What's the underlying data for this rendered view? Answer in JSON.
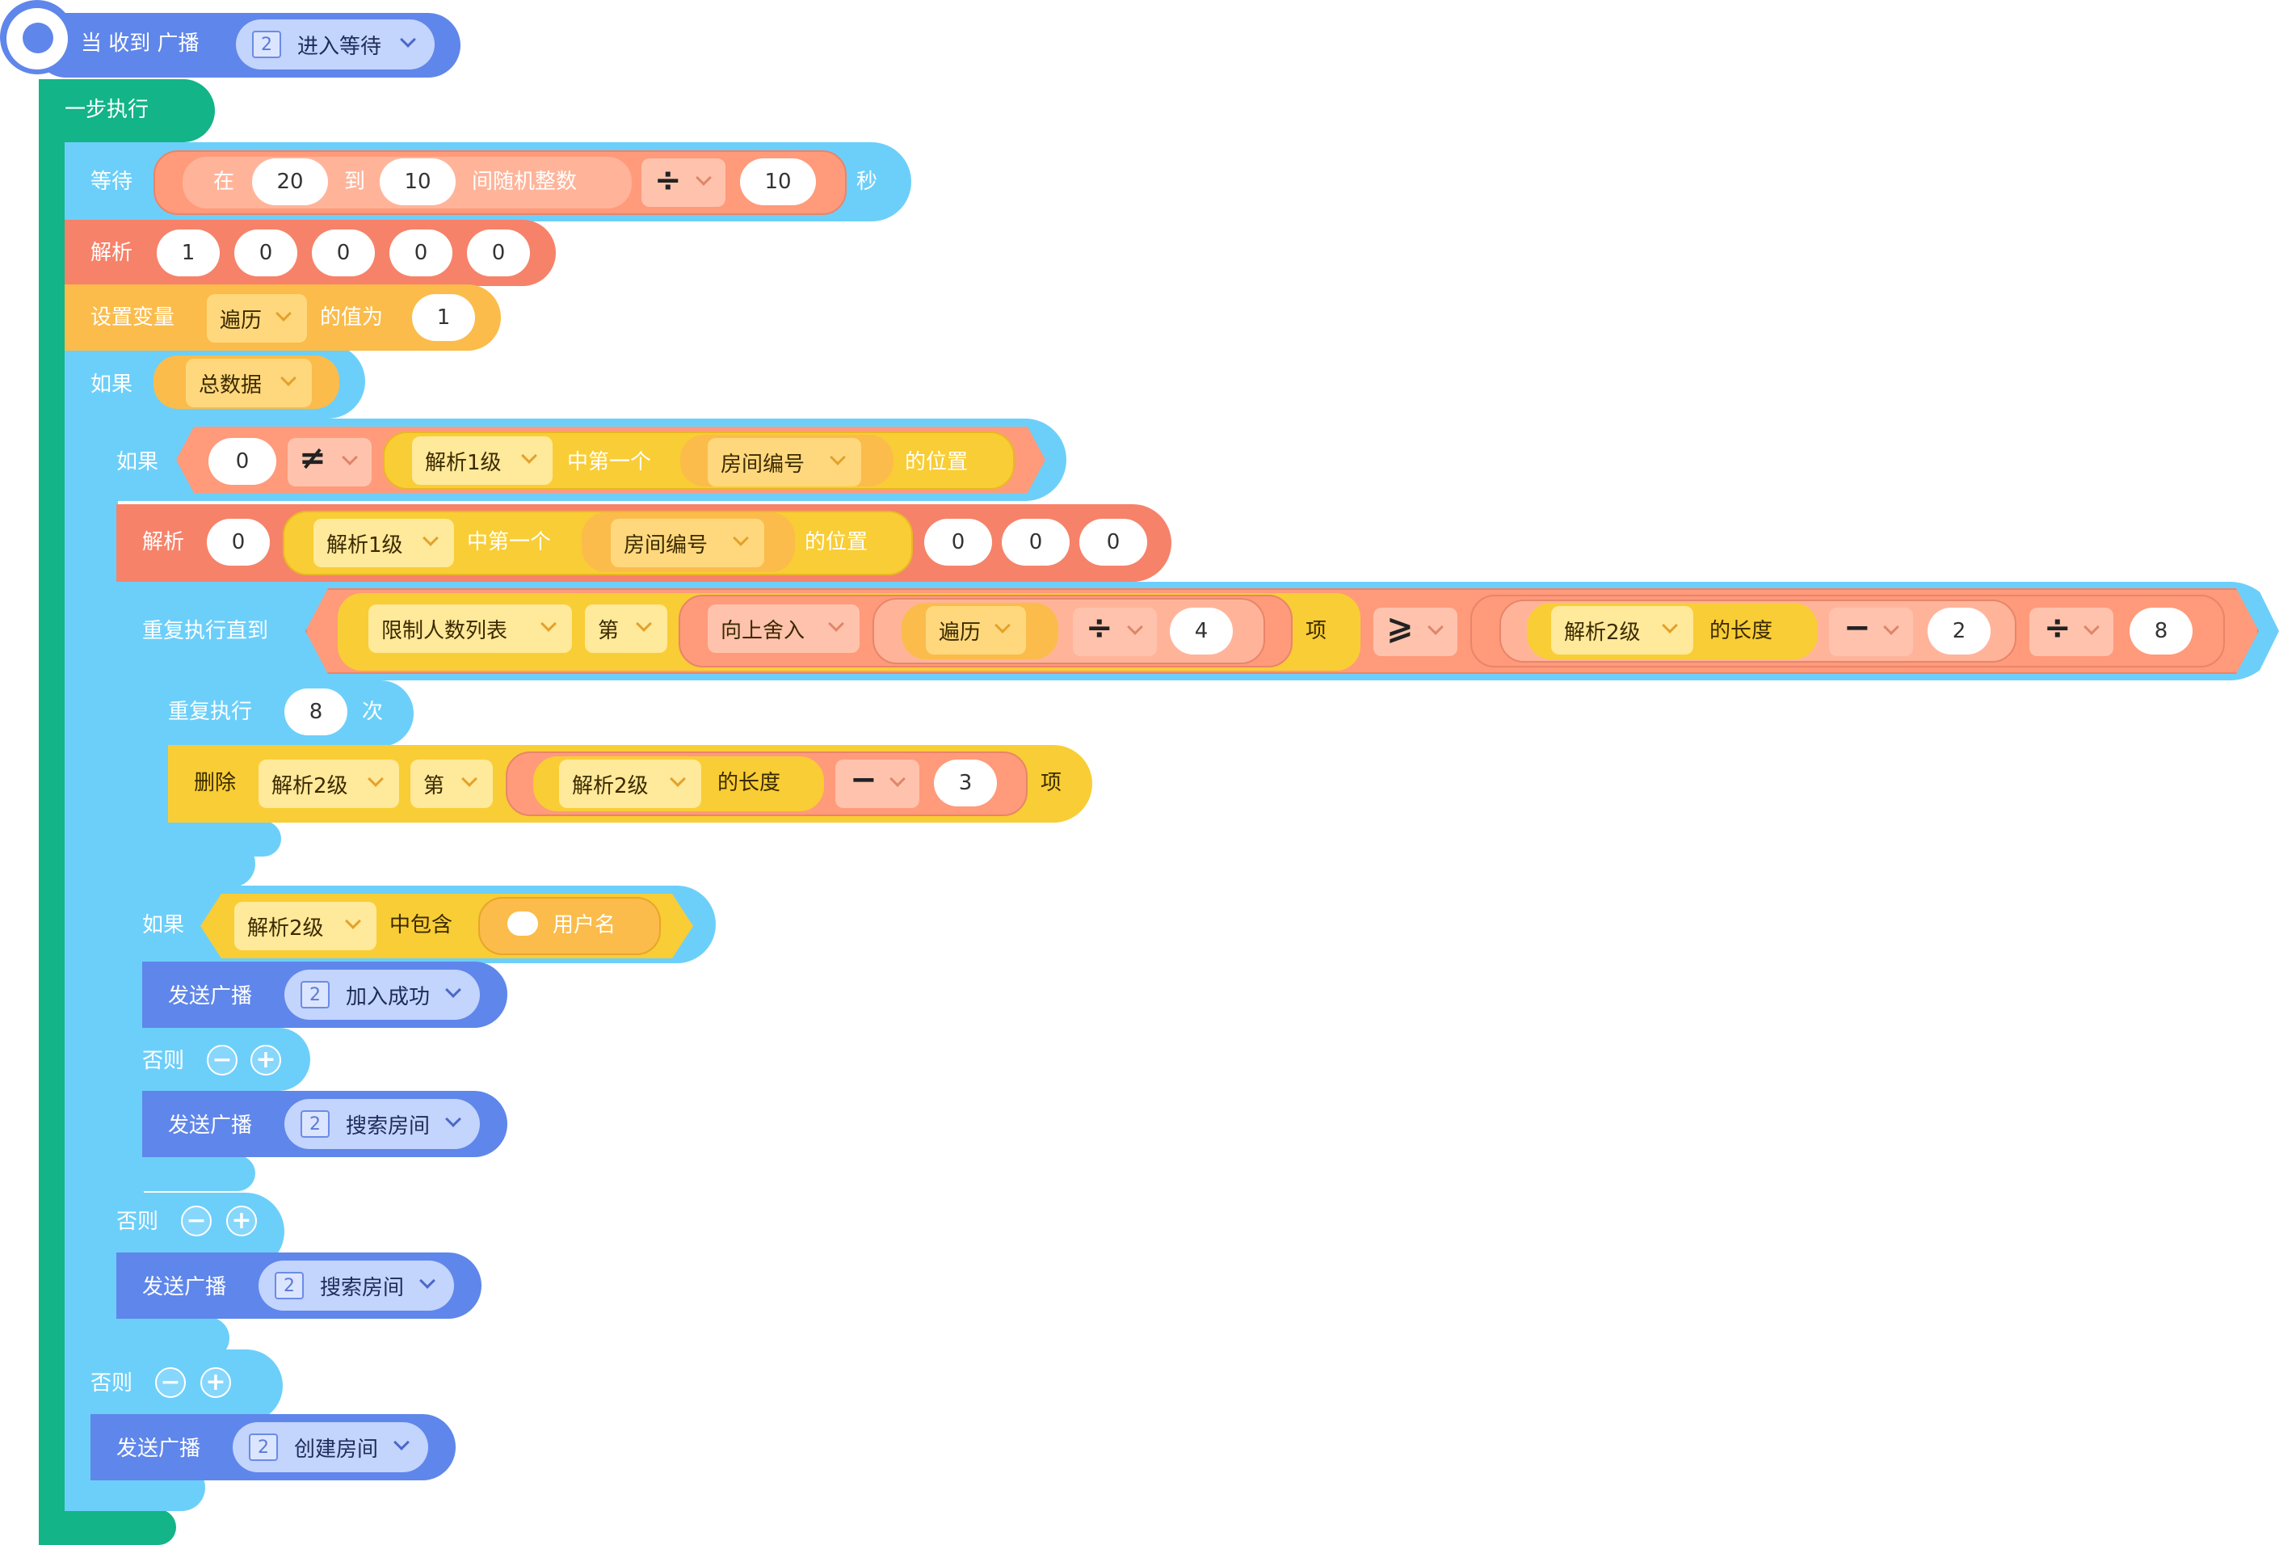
{
  "hat": {
    "label": "当 收到 广播",
    "message": "进入等待",
    "icon": "satellite-dish-icon"
  },
  "step": {
    "label": "一步执行"
  },
  "wait": {
    "label": "等待",
    "in": "在",
    "from": "20",
    "to_word": "到",
    "to": "10",
    "rand_label": "间随机整数",
    "op": "÷",
    "divisor": "10",
    "unit": "秒"
  },
  "parse1": {
    "label": "解析",
    "values": [
      "1",
      "0",
      "0",
      "0",
      "0"
    ]
  },
  "setvar": {
    "label": "设置变量",
    "var": "遍历",
    "value_label": "的值为",
    "value": "1"
  },
  "if1": {
    "label": "如果",
    "cond": "总数据"
  },
  "if2": {
    "label": "如果",
    "left": "0",
    "op": "≠",
    "list": "解析1级",
    "first_label": "中第一个",
    "item": "房间编号",
    "pos_label": "的位置"
  },
  "parse2": {
    "label": "解析",
    "first": "0",
    "list": "解析1级",
    "first_label": "中第一个",
    "item": "房间编号",
    "pos_label": "的位置",
    "values": [
      "0",
      "0",
      "0"
    ]
  },
  "repeat_until": {
    "label": "重复执行直到",
    "list": "限制人数列表",
    "idx_label": "第",
    "ceil": "向上舍入",
    "var": "遍历",
    "div": "÷",
    "div_val": "4",
    "item_label": "项",
    "cmp": "⩾",
    "list2": "解析2级",
    "len_label": "的长度",
    "minus": "−",
    "minus_val": "2",
    "div2": "÷",
    "div2_val": "8"
  },
  "repeat_n": {
    "label": "重复执行",
    "times": "8",
    "unit": "次"
  },
  "delete": {
    "label": "删除",
    "list": "解析2级",
    "idx_label": "第",
    "list2": "解析2级",
    "len_label": "的长度",
    "minus": "−",
    "minus_val": "3",
    "item_label": "项"
  },
  "if3": {
    "label": "如果",
    "list": "解析2级",
    "contains_label": "中包含",
    "cloud_var": "用户名"
  },
  "send1": {
    "label": "发送广播",
    "message": "加入成功"
  },
  "else1": {
    "label": "否则"
  },
  "send2": {
    "label": "发送广播",
    "message": "搜索房间"
  },
  "else2": {
    "label": "否则"
  },
  "send3": {
    "label": "发送广播",
    "message": "搜索房间"
  },
  "else3": {
    "label": "否则"
  },
  "send4": {
    "label": "发送广播",
    "message": "创建房间"
  },
  "colors": {
    "control": "#6ccffa",
    "event": "#5f86ea",
    "step": "#12b488",
    "operator": "#ff9a7a",
    "operator_light": "#ffb49a",
    "list": "#f9cd35",
    "variable": "#fbbc4b",
    "parse": "#f6826a"
  }
}
